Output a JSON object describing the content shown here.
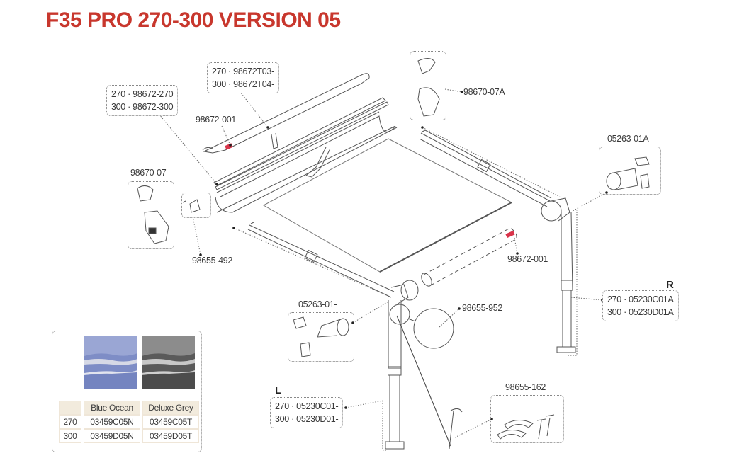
{
  "title": "F35 PRO 270-300 VERSION 05",
  "colors": {
    "title": "#c8372d",
    "label_marker": "#d9344a",
    "blue_ocean": "#7d8fc8",
    "deluxe_grey": "#6a6a6a",
    "table_header_bg": "#f2ebdd"
  },
  "parts": {
    "cover_rail": {
      "line1": "270 · 98672-270",
      "line2": "300 · 98672-300"
    },
    "front_cover": {
      "line1": "270 · 98672T03-",
      "line2": "300 · 98672T04-"
    },
    "label_top": "98672-001",
    "label_bottom": "98672-001",
    "end_cap_right": "98670-07A",
    "end_cap_left": "98670-07-",
    "bracket": "98655-492",
    "joint_right": "05263-01A",
    "joint_left": "05263-01-",
    "tension_cord": "98655-952",
    "tie_down_kit": "98655-162",
    "leg_right": {
      "side": "R",
      "line1": "270 · 05230C01A",
      "line2": "300 · 05230D01A"
    },
    "leg_left": {
      "side": "L",
      "line1": "270 · 05230C01-",
      "line2": "300 · 05230D01-"
    }
  },
  "fabric_table": {
    "headers": [
      "",
      "Blue Ocean",
      "Deluxe Grey"
    ],
    "rows": [
      [
        "270",
        "03459C05N",
        "03459C05T"
      ],
      [
        "300",
        "03459D05N",
        "03459D05T"
      ]
    ]
  }
}
